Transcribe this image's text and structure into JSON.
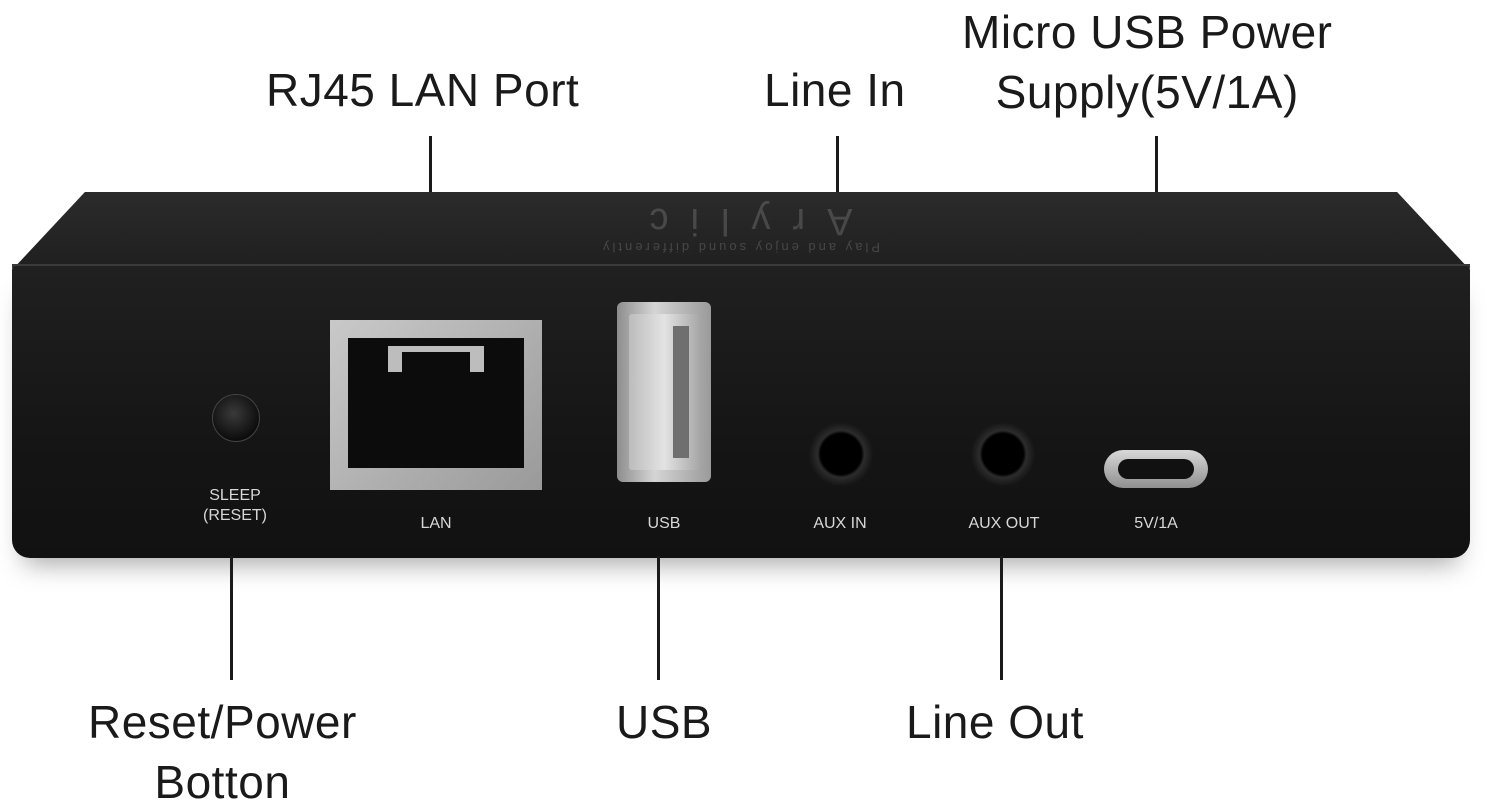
{
  "callouts": {
    "rj45": "RJ45 LAN Port",
    "line_in": "Line In",
    "micro_usb_line1": "Micro USB Power",
    "micro_usb_line2": "Supply(5V/1A)",
    "reset_line1": "Reset/Power",
    "reset_line2": "Botton",
    "usb": "USB",
    "line_out": "Line Out"
  },
  "device": {
    "brand_logo": "Arylic",
    "brand_tagline": "Play and enjoy sound differently"
  },
  "port_labels": {
    "sleep_line1": "SLEEP",
    "sleep_line2": "(RESET)",
    "lan": "LAN",
    "usb": "USB",
    "aux_in": "AUX IN",
    "aux_out": "AUX OUT",
    "power": "5V/1A"
  },
  "colors": {
    "device_body": "#1a1a1a",
    "port_metal": "#b5b5b5",
    "label_text": "#1a1a1a"
  }
}
